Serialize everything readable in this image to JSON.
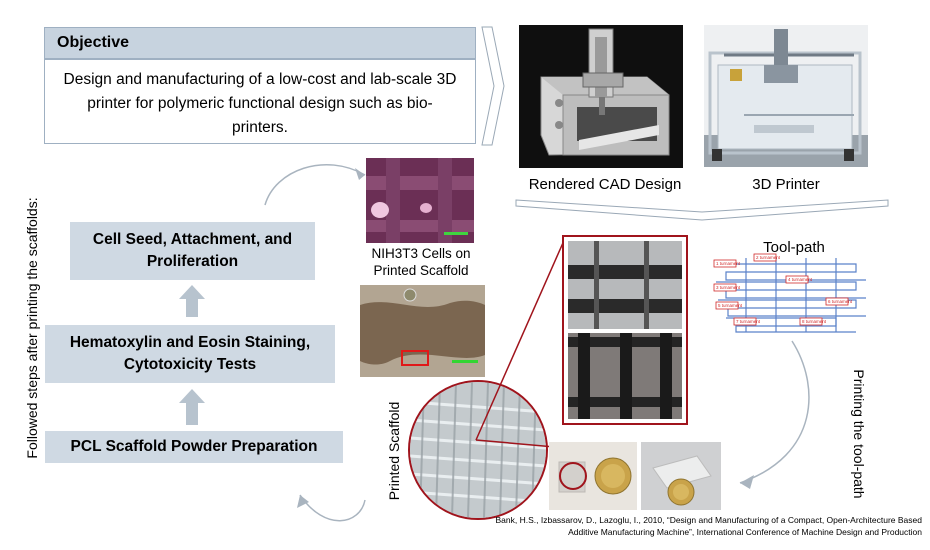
{
  "objective": {
    "title": "Objective",
    "text": "Design and manufacturing of a low-cost and lab-scale 3D printer for polymeric functional design such as bio-printers."
  },
  "images": {
    "cad_label": "Rendered CAD Design",
    "printer_label": "3D Printer",
    "cells_label": "NIH3T3 Cells on Printed Scaffold",
    "toolpath_label": "Tool-path",
    "printed_scaffold_label": "Printed Scaffold",
    "printing_label": "Printing the tool-path"
  },
  "steps": {
    "side_label": "Followed steps after printing the scaffolds:",
    "step1": "Cell Seed, Attachment, and Proliferation",
    "step2": "Hematoxylin and Eosin Staining, Cytotoxicity Tests",
    "step3": "PCL Scaffold Powder Preparation"
  },
  "toolpath": {
    "tags": [
      "1 turnament",
      "2 turnament",
      "3 turnament",
      "4 turnament",
      "5 turnament",
      "6 turnament",
      "7 turnament",
      "8 turnament"
    ]
  },
  "citation": {
    "line1": "Bank, H.S., Izbassarov, D., Lazoglu, I., 2010, “Design and Manufacturing of a Compact, Open-Architecture Based",
    "line2": "Additive Manufacturing Machine”, International Conference of Machine Design and Production"
  },
  "colors": {
    "box_fill": "#c7d3df",
    "step_fill": "#cfd9e3",
    "highlight_red": "#a0141c",
    "arrow_gray": "#a9b4bf"
  }
}
